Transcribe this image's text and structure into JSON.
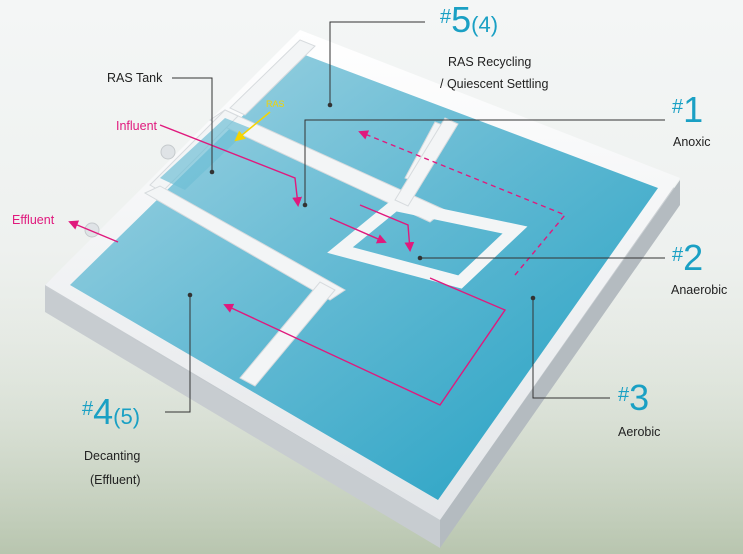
{
  "labels": {
    "ras_tank": "RAS Tank",
    "ras_arrow": "RAS",
    "influent": "Influent",
    "effluent": "Effluent",
    "zone5": {
      "hash": "#",
      "number": "5",
      "paren": "(4)",
      "line1": "RAS Recycling",
      "line2": "/ Quiescent Settling"
    },
    "zone1": {
      "hash": "#",
      "number": "1",
      "name": "Anoxic"
    },
    "zone2": {
      "hash": "#",
      "number": "2",
      "name": "Anaerobic"
    },
    "zone3": {
      "hash": "#",
      "number": "3",
      "name": "Aerobic"
    },
    "zone4": {
      "hash": "#",
      "number": "4",
      "paren": "(5)",
      "line1": "Decanting",
      "line2": "(Effluent)"
    }
  },
  "colors": {
    "accent_number": "#1aa0c4",
    "flow_arrow": "#e0197d",
    "ras_arrow": "#f5d400",
    "water_deep": "#2aa7c6",
    "water_light": "#8fcadc",
    "wall": "#eef0f2"
  }
}
